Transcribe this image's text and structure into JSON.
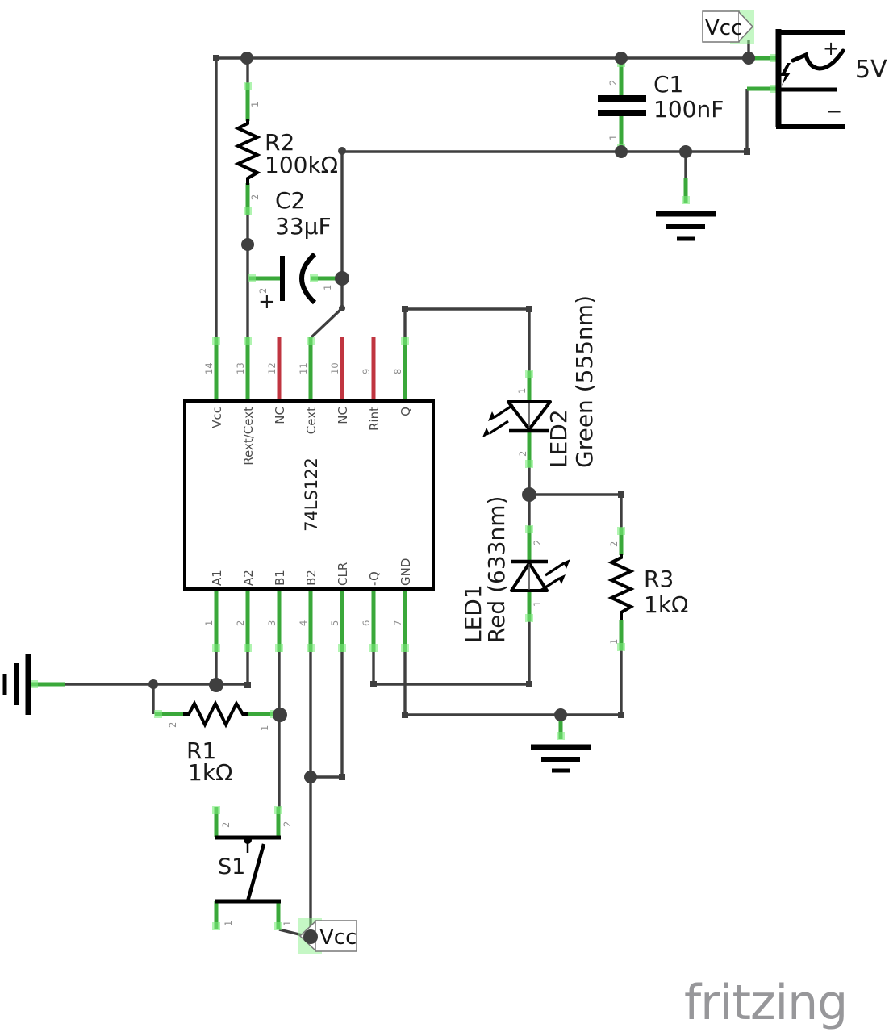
{
  "colors": {
    "wire": "#3f3f3f",
    "pin_green": "#3aa83a",
    "pin_red_nc": "#c03540",
    "pin_highlight": "#7cec7c",
    "pin_number_gray": "#8d8d8d",
    "pin_label_gray": "#4d4d4d",
    "component_black": "#000000",
    "watermark_gray": "#97979a"
  },
  "ic": {
    "part": "74LS122",
    "top_pins": [
      {
        "num": "14",
        "label": "Vcc"
      },
      {
        "num": "13",
        "label": "Rext/Cext"
      },
      {
        "num": "12",
        "label": "NC"
      },
      {
        "num": "11",
        "label": "Cext"
      },
      {
        "num": "10",
        "label": "NC"
      },
      {
        "num": "9",
        "label": "Rint"
      },
      {
        "num": "8",
        "label": "Q"
      }
    ],
    "bottom_pins": [
      {
        "num": "1",
        "label": "A1"
      },
      {
        "num": "2",
        "label": "A2"
      },
      {
        "num": "3",
        "label": "B1"
      },
      {
        "num": "4",
        "label": "B2"
      },
      {
        "num": "5",
        "label": "CLR"
      },
      {
        "num": "6",
        "label": "-Q"
      },
      {
        "num": "7",
        "label": "GND"
      }
    ]
  },
  "resistors": {
    "r1": {
      "ref": "R1",
      "value": "1kΩ",
      "pin_left": "2",
      "pin_right": "1"
    },
    "r2": {
      "ref": "R2",
      "value": "100kΩ",
      "pin_top": "1",
      "pin_bottom": "2"
    },
    "r3": {
      "ref": "R3",
      "value": "1kΩ",
      "pin_top": "2",
      "pin_bottom": "1"
    }
  },
  "capacitors": {
    "c1": {
      "ref": "C1",
      "value": "100nF",
      "pin_top": "2",
      "pin_bottom": "1"
    },
    "c2": {
      "ref": "C2",
      "value": "33µF",
      "polarity": "+",
      "pin_left": "2",
      "pin_right": "1"
    }
  },
  "leds": {
    "led2": {
      "ref": "LED2",
      "desc": "Green (555nm)",
      "pin_top": "1",
      "pin_bottom": "2"
    },
    "led1": {
      "ref": "LED1",
      "desc": "Red (633nm)",
      "pin_top": "2",
      "pin_bottom": "1"
    }
  },
  "switch": {
    "ref": "S1",
    "pin_top_left": "2",
    "pin_top_right": "2",
    "pin_bottom_left": "1",
    "pin_bottom_right": "1"
  },
  "power": {
    "battery_label": "5V",
    "plus": "+",
    "minus": "−",
    "vcc_top": "Vcc",
    "vcc_bottom": "Vcc"
  },
  "watermark": "fritzing"
}
